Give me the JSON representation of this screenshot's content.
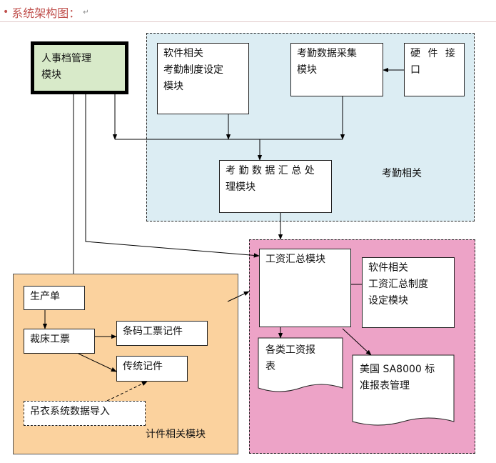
{
  "heading": {
    "bullet": "•",
    "text": "系统架构图：",
    "mark": "↵"
  },
  "regions": {
    "attendance_label": "考勤相关",
    "piecework_label": "计件相关模块"
  },
  "boxes": {
    "hr_archive": "人事档管理\n模块",
    "attendance_rule_software": "软件相关\n考勤制度设定\n模块",
    "attendance_collection": "考勤数据采集\n模块",
    "hardware_interface": "硬 件 接\n口",
    "attendance_summary": "考 勤 数 据 汇 总 处\n理模块",
    "payroll_summary": "工资汇总模块",
    "payroll_rule_software": "软件相关\n工资汇总制度\n设定模块",
    "payroll_reports": "各类工资报\n表",
    "sa8000_report": "美国 SA8000 标\n准报表管理",
    "production_order": "生产单",
    "cutting_ticket": "裁床工票",
    "barcode_ticket": "条码工票记件",
    "traditional_piecework": "传统记件",
    "hanger_import": "吊衣系统数据导入"
  },
  "colors": {
    "attendance_bg": "#dcedf3",
    "payroll_bg": "#eda3c7",
    "piecework_bg": "#fbd29e",
    "hr_bg": "#d8eac9",
    "heading": "#c0504d"
  }
}
